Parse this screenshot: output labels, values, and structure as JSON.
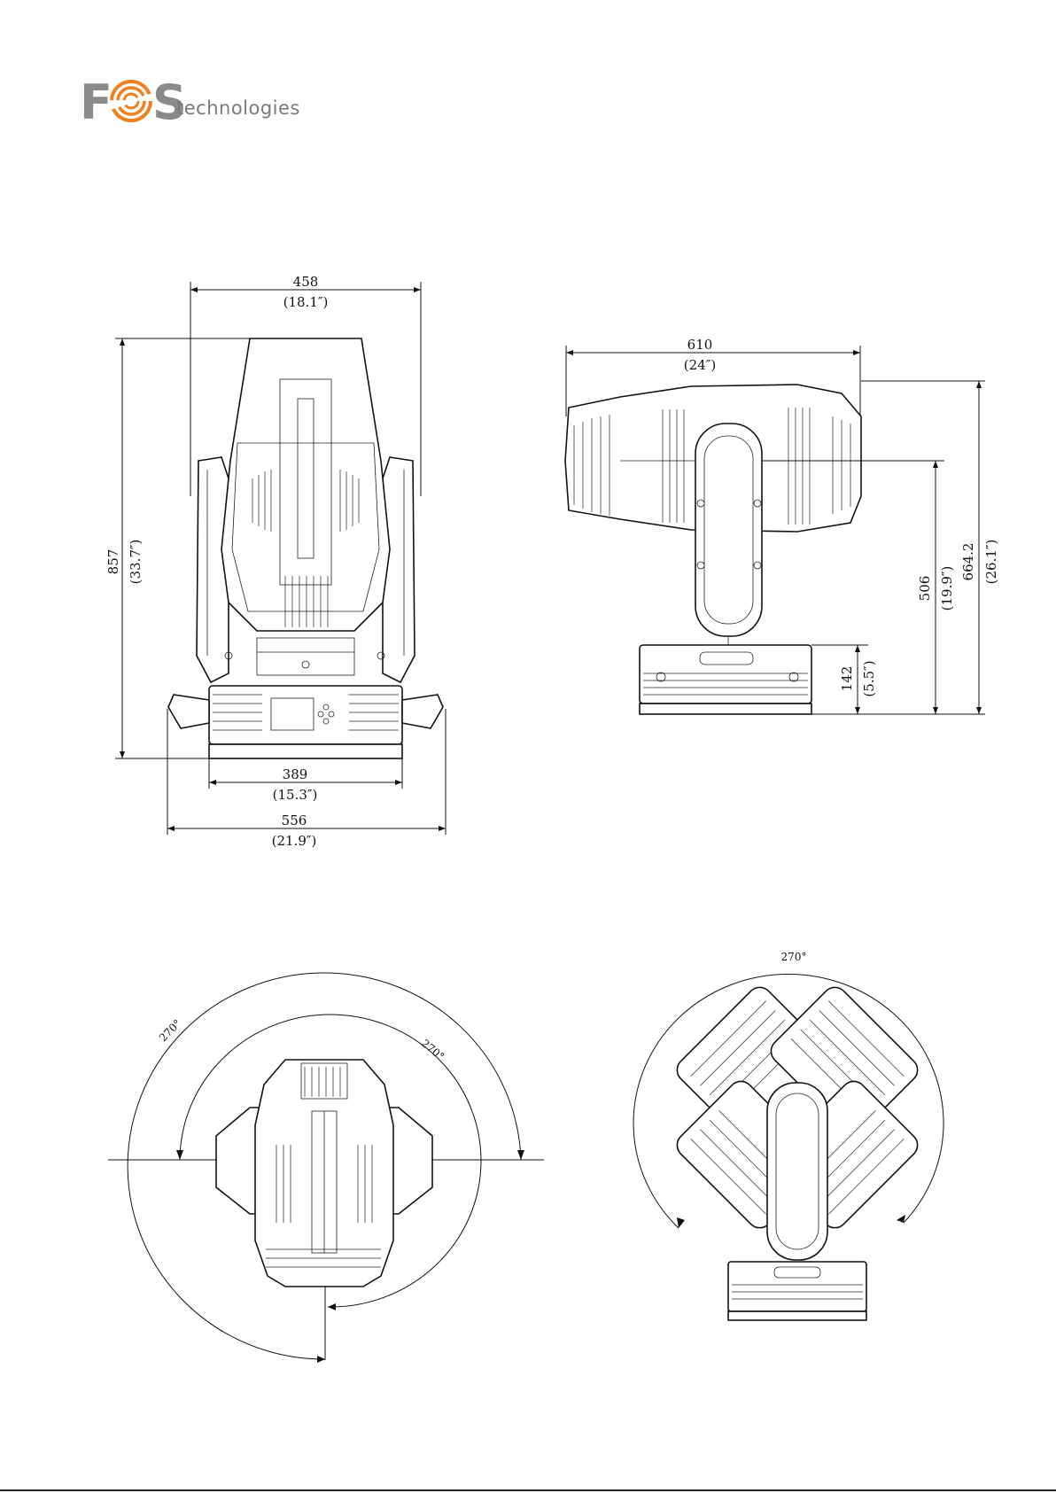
{
  "brand": {
    "name_letters": "FOS",
    "suffix": "technologies",
    "gray": "#8a8a8a",
    "orange": "#f07f1e"
  },
  "front_view": {
    "top_width_mm": "458",
    "top_width_in": "(18.1″)",
    "height_mm": "857",
    "height_in": "(33.7″)",
    "base_width_mm": "389",
    "base_width_in": "(15.3″)",
    "overall_width_mm": "556",
    "overall_width_in": "(21.9″)"
  },
  "side_view": {
    "length_mm": "610",
    "length_in": "(24″)",
    "overall_height_mm": "664.2",
    "overall_height_in": "(26.1″)",
    "tilt_axis_height_mm": "506",
    "tilt_axis_height_in": "(19.9″)",
    "base_height_mm": "142",
    "base_height_in": "(5.5″)"
  },
  "top_view": {
    "pan_outer": "270°",
    "pan_inner": "270°"
  },
  "tilt_view": {
    "tilt_range": "270°"
  },
  "colors": {
    "line": "#111111",
    "background": "#ffffff"
  }
}
